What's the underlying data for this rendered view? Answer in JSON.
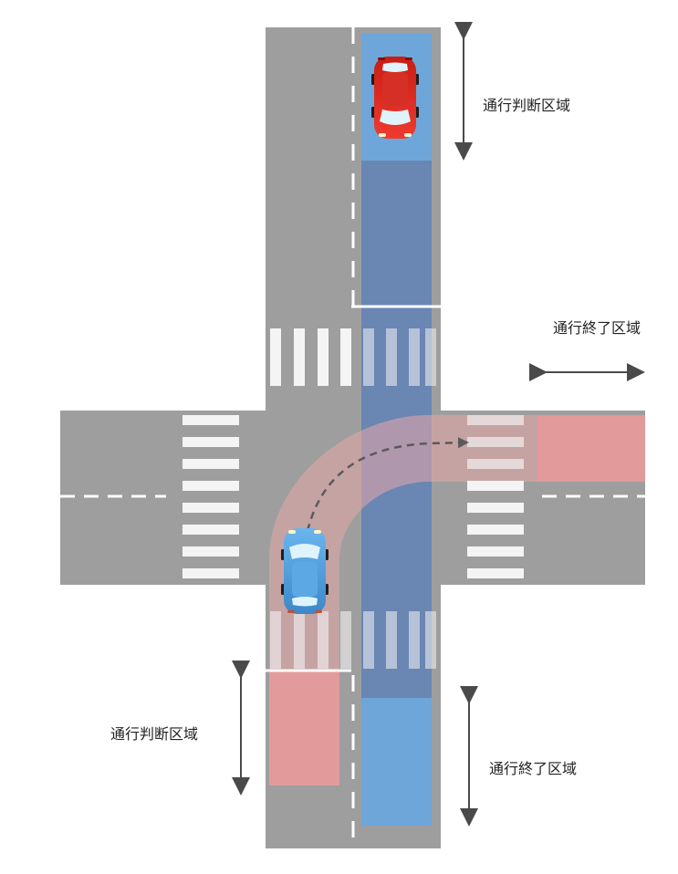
{
  "labels": {
    "top_right_judgment": "通行判断区域",
    "right_end": "通行終了区域",
    "bottom_left_judgment": "通行判断区域",
    "bottom_right_end": "通行終了区域"
  },
  "colors": {
    "background": "#ffffff",
    "road": "#9e9e9e",
    "lane_marking": "#ffffff",
    "crosswalk": "#f4f4f4",
    "judgment_zone_blue": "#6fa6d9",
    "travel_path_blue": "#5b7fb8",
    "judgment_zone_red": "#e29a9a",
    "turn_path_red": "#e8a7a7",
    "red_car": "#d8261c",
    "blue_car": "#4d9ee0",
    "arrow": "#4a4a4a",
    "path_arrow": "#5a5a5a"
  },
  "vehicles": {
    "red_car": {
      "color": "red",
      "facing": "down"
    },
    "blue_car": {
      "color": "blue",
      "facing": "up"
    }
  },
  "icons": {
    "right_turn_path": "dashed-curved-arrow-icon"
  }
}
